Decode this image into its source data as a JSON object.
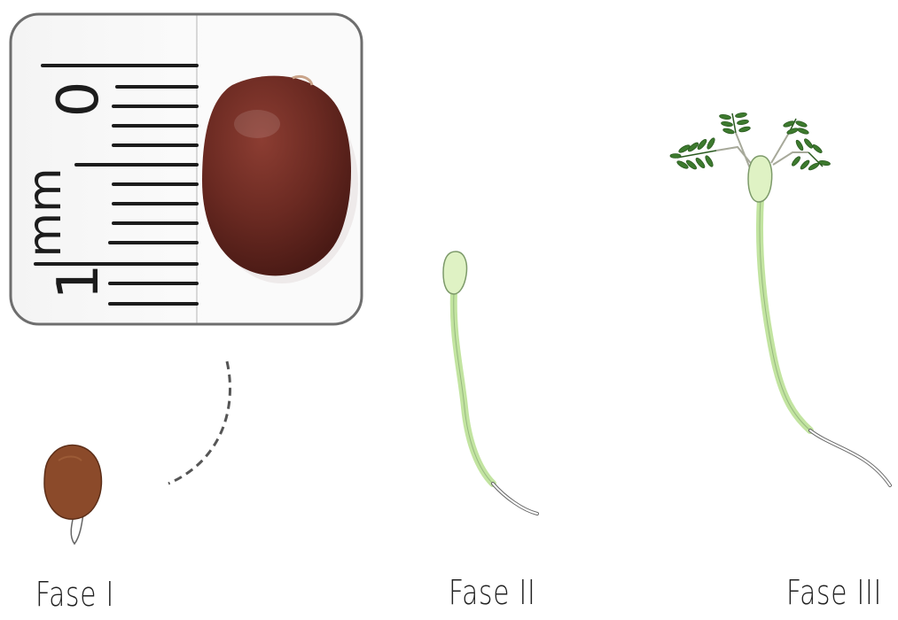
{
  "stages": [
    {
      "label": "Fase I"
    },
    {
      "label": "Fase II"
    },
    {
      "label": "Fase III"
    }
  ],
  "inset": {
    "ruler_numbers": [
      "0",
      "1"
    ],
    "ruler_unit": "mm"
  },
  "colors": {
    "seed": "#6b2a22",
    "seed_drawing": "#8a4a2a",
    "cotyledon": "#dff2c4",
    "stem": "#cdeab0",
    "leaf": "#3d7a2e",
    "outline": "#5a5a5a"
  }
}
